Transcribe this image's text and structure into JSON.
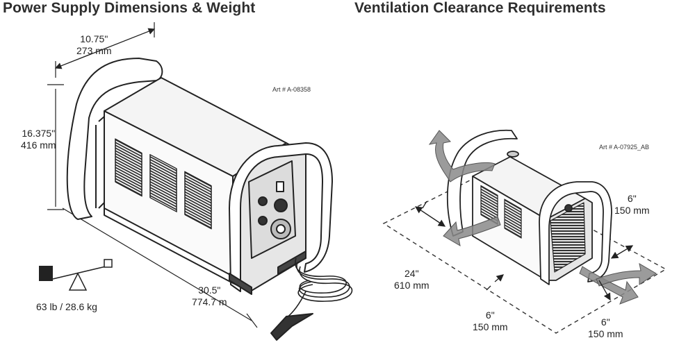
{
  "left_panel": {
    "title": "Power Supply Dimensions & Weight",
    "art_number": "Art # A-08358",
    "width_in": "10.75\"",
    "width_mm": "273 mm",
    "height_in": "16.375\"",
    "height_mm": "416 mm",
    "length_in": "30.5\"",
    "length_mm": "774.7 m",
    "weight": "63 lb / 28.6 kg"
  },
  "right_panel": {
    "title": "Ventilation Clearance Requirements",
    "art_number": "Art # A-07925_AB",
    "clearance_right_in": "6\"",
    "clearance_right_mm": "150 mm",
    "clearance_left_in": "24\"",
    "clearance_left_mm": "610 mm",
    "clearance_front_in": "6\"",
    "clearance_front_mm": "150 mm",
    "clearance_bottom_in": "6\"",
    "clearance_bottom_mm": "150 mm"
  },
  "colors": {
    "line": "#222222",
    "arrow_fill": "#8a8a8a",
    "body_fill": "#f4f4f4"
  },
  "icons": [
    "power-supply-illustration",
    "weight-scale-icon",
    "airflow-arrow-icon",
    "dimension-arrow-icon"
  ]
}
